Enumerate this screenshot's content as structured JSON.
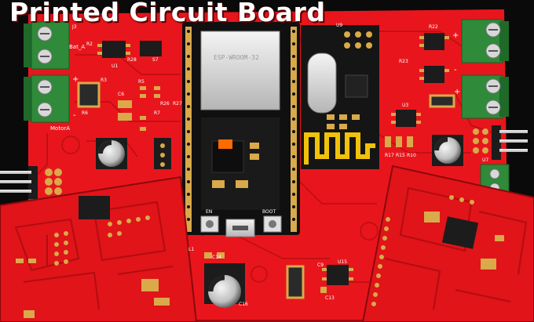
{
  "title": "Printed Circuit Board",
  "colors": {
    "board": "#e8161c",
    "board_dark": "#b80c12",
    "trace": "#c40f15",
    "pad": "#d9a94a",
    "terminal": "#2f8a3a",
    "module": "#1c1c1c",
    "antenna": "#f0c20a"
  },
  "module": {
    "name": "ESP-WROOM-32",
    "button_left": "EN",
    "button_right": "BOOT"
  },
  "labels": {
    "motor_a": "MotorA",
    "bat": "Bat_A",
    "j3": "J3",
    "r2": "R2",
    "u1": "U1",
    "r28": "R28",
    "s7": "S7",
    "r3": "R3",
    "r6": "R6",
    "c6": "C6",
    "r5": "R5",
    "r26": "R26",
    "r27": "R27",
    "r7": "R7",
    "u9": "U9",
    "r22": "R22",
    "r23": "R23",
    "u3": "U3",
    "r17": "R17",
    "r15": "R15",
    "r10": "R10",
    "u7": "U7",
    "c14": "C14",
    "l1": "L1",
    "c16": "C16",
    "u15": "U15",
    "c13": "C13",
    "c9": "C9",
    "plus": "+",
    "minus": "-"
  }
}
